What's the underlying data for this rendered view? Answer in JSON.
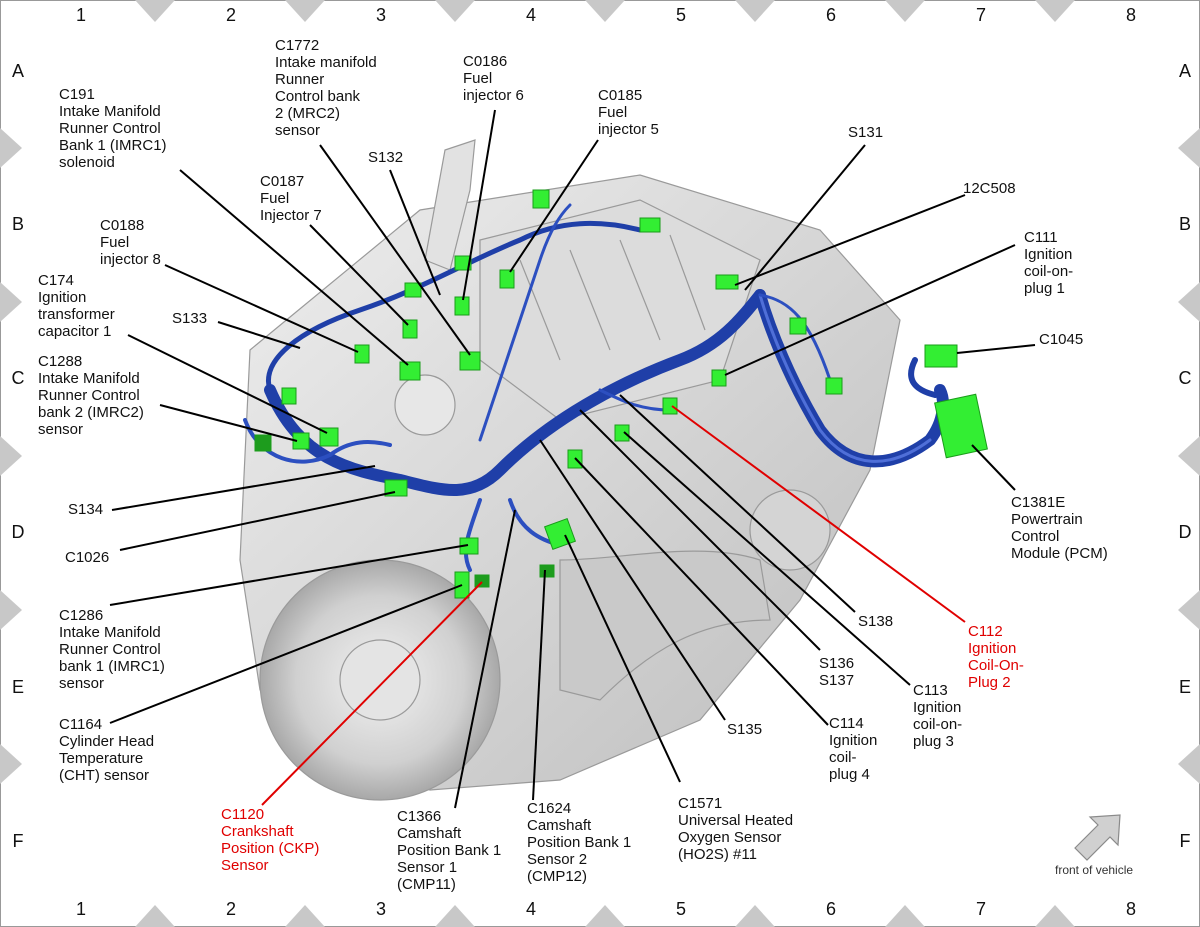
{
  "grid": {
    "columns": [
      "1",
      "2",
      "3",
      "4",
      "5",
      "6",
      "7",
      "8"
    ],
    "rows": [
      "A",
      "B",
      "C",
      "D",
      "E",
      "F"
    ]
  },
  "labels": {
    "c191": "C191\nIntake Manifold\nRunner Control\nBank 1 (IMRC1)\nsolenoid",
    "c1772": "C1772\nIntake manifold\nRunner\nControl bank\n2 (MRC2)\nsensor",
    "c0186": "C0186\nFuel\ninjector 6",
    "c0185": "C0185\nFuel\ninjector 5",
    "s131": "S131",
    "s132": "S132",
    "c0187": "C0187\nFuel\nInjector 7",
    "c12c508": "12C508",
    "c0188": "C0188\nFuel\ninjector 8",
    "c111": "C111\nIgnition\ncoil-on-\nplug 1",
    "c174": "C174\nIgnition\ntransformer\ncapacitor 1",
    "s133": "S133",
    "c1045": "C1045",
    "c1288": "C1288\nIntake Manifold\nRunner Control\nbank 2 (IMRC2)\nsensor",
    "s134": "S134",
    "c1026": "C1026",
    "c1381e": "C1381E\nPowertrain\nControl\nModule (PCM)",
    "c1286": "C1286\nIntake Manifold\nRunner Control\nbank 1 (IMRC1)\nsensor",
    "s138": "S138",
    "c112": "C112\nIgnition\nCoil-On-\nPlug 2",
    "s136": "S136\nS137",
    "c113": "C113\nIgnition\ncoil-on-\nplug 3",
    "c1164": "C1164\nCylinder Head\nTemperature\n(CHT) sensor",
    "c114": "C114\nIgnition\ncoil-\nplug 4",
    "s135": "S135",
    "c1120": "C1120\nCrankshaft\nPosition (CKP)\nSensor",
    "c1366": "C1366\nCamshaft\nPosition Bank 1\nSensor 1\n(CMP11)",
    "c1624": "C1624\nCamshaft\nPosition Bank 1\nSensor 2\n(CMP12)",
    "c1571": "C1571\nUniversal Heated\nOxygen Sensor\n(HO2S) #11"
  },
  "front_of_vehicle": "front of vehicle",
  "colors": {
    "harness": "#1f3fa8",
    "harness_dark": "#0d2680",
    "connector": "#33ee33",
    "connector_edge": "#1a9c1a",
    "engine": "#d6d6d6",
    "highlight_leader": "#e00000",
    "border_triangle": "#c8c8c8"
  }
}
